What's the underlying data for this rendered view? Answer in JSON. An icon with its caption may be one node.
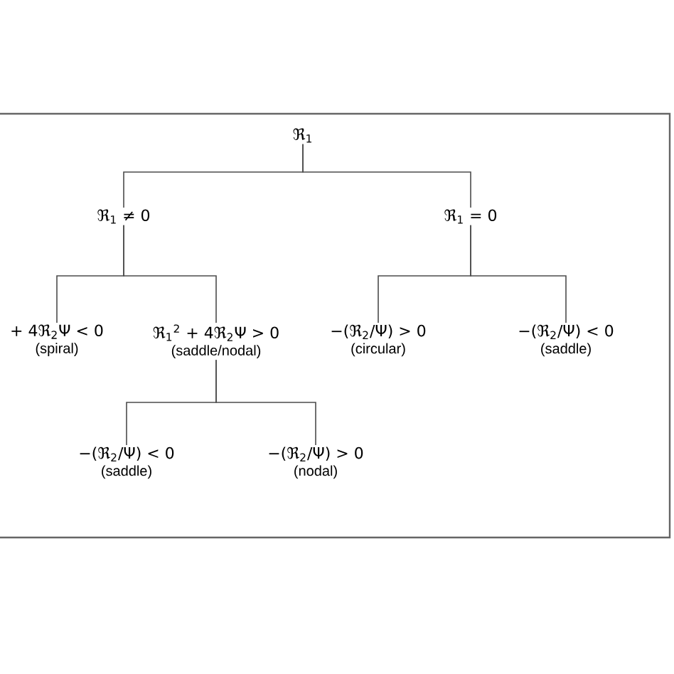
{
  "diagram": {
    "nodes": [
      {
        "text": [
          "ℜ$_{1}$"
        ]
      },
      {
        "text": [
          "ℜ$_{1}$ ≠ 0"
        ]
      },
      {
        "text": [
          "ℜ$_{1}$ = 0"
        ]
      },
      {
        "text": [
          "+ 4ℜ$_{2}$Ψ < 0",
          "(spiral)"
        ]
      },
      {
        "text": [
          "ℜ$_{1}$$^{2}$ + 4ℜ$_{2}$Ψ > 0",
          "(saddle/nodal)"
        ]
      },
      {
        "text": [
          "−(ℜ$_{2}$/Ψ) > 0",
          "(circular)"
        ]
      },
      {
        "text": [
          "−(ℜ$_{2}$/Ψ) < 0",
          "(saddle)"
        ]
      },
      {
        "text": [
          "−(ℜ$_{2}$/Ψ) < 0",
          "(saddle)"
        ]
      },
      {
        "text": [
          "−(ℜ$_{2}$/Ψ) > 0",
          "(nodal)"
        ]
      }
    ],
    "edges": [
      {
        "from": 0,
        "to": 1,
        "arrow": "none"
      },
      {
        "from": 0,
        "to": 2,
        "arrow": "none"
      },
      {
        "from": 1,
        "to": 3,
        "arrow": "none"
      },
      {
        "from": 1,
        "to": 4,
        "arrow": "none"
      },
      {
        "from": 2,
        "to": 5,
        "arrow": "none"
      },
      {
        "from": 2,
        "to": 6,
        "arrow": "none"
      },
      {
        "from": 4,
        "to": 7,
        "arrow": "none"
      },
      {
        "from": 4,
        "to": 8,
        "arrow": "none"
      }
    ]
  }
}
